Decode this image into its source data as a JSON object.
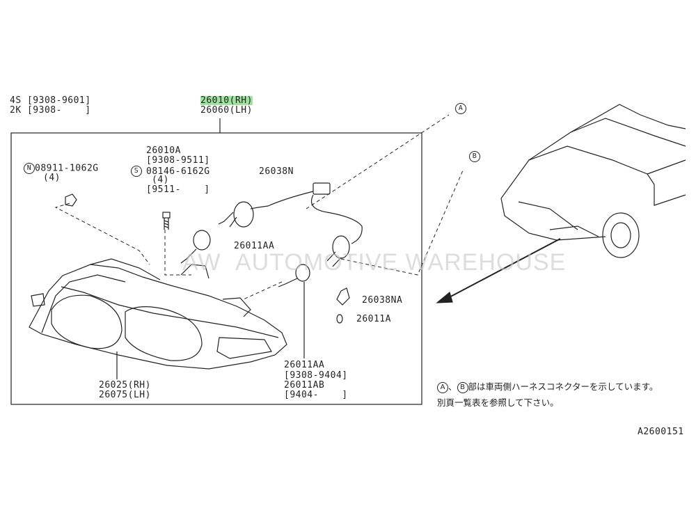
{
  "models": {
    "line1": "4S [9308-9601]",
    "line2": "2K [9308-    ]"
  },
  "assembly": {
    "rh": "26010(RH)",
    "lh": "26060(LH)"
  },
  "nut": {
    "symbol": "N",
    "part": "08911-1062G",
    "qty": "(4)"
  },
  "bolt": {
    "part": "26010A",
    "date1": "[9308-9511]",
    "symbol": "S",
    "part2": "08146-6162G",
    "qty": "(4)",
    "date2": "[9511-    ]"
  },
  "harness": {
    "part": "26038N"
  },
  "bulb_upper": {
    "part": "26011AA"
  },
  "socket": {
    "part": "26038NA"
  },
  "small_bulb": {
    "part": "26011A"
  },
  "bulb_lower": {
    "part": "26011AA",
    "date1": "[9308-9404]",
    "part2": "26011AB",
    "date2": "[9404-    ]"
  },
  "housing": {
    "rh": "26025(RH)",
    "lh": "26075(LH)"
  },
  "connectors": {
    "a": "A",
    "b": "B"
  },
  "note": {
    "a": "A",
    "b": "B",
    "line1": "部は車両側ハーネスコネクターを示しています。",
    "line2": "別頁一覧表を参照して下さい。"
  },
  "watermark": {
    "logo": "AW",
    "text": "AUTOMOTIVE WAREHOUSE"
  },
  "figure_code": "A2600151"
}
